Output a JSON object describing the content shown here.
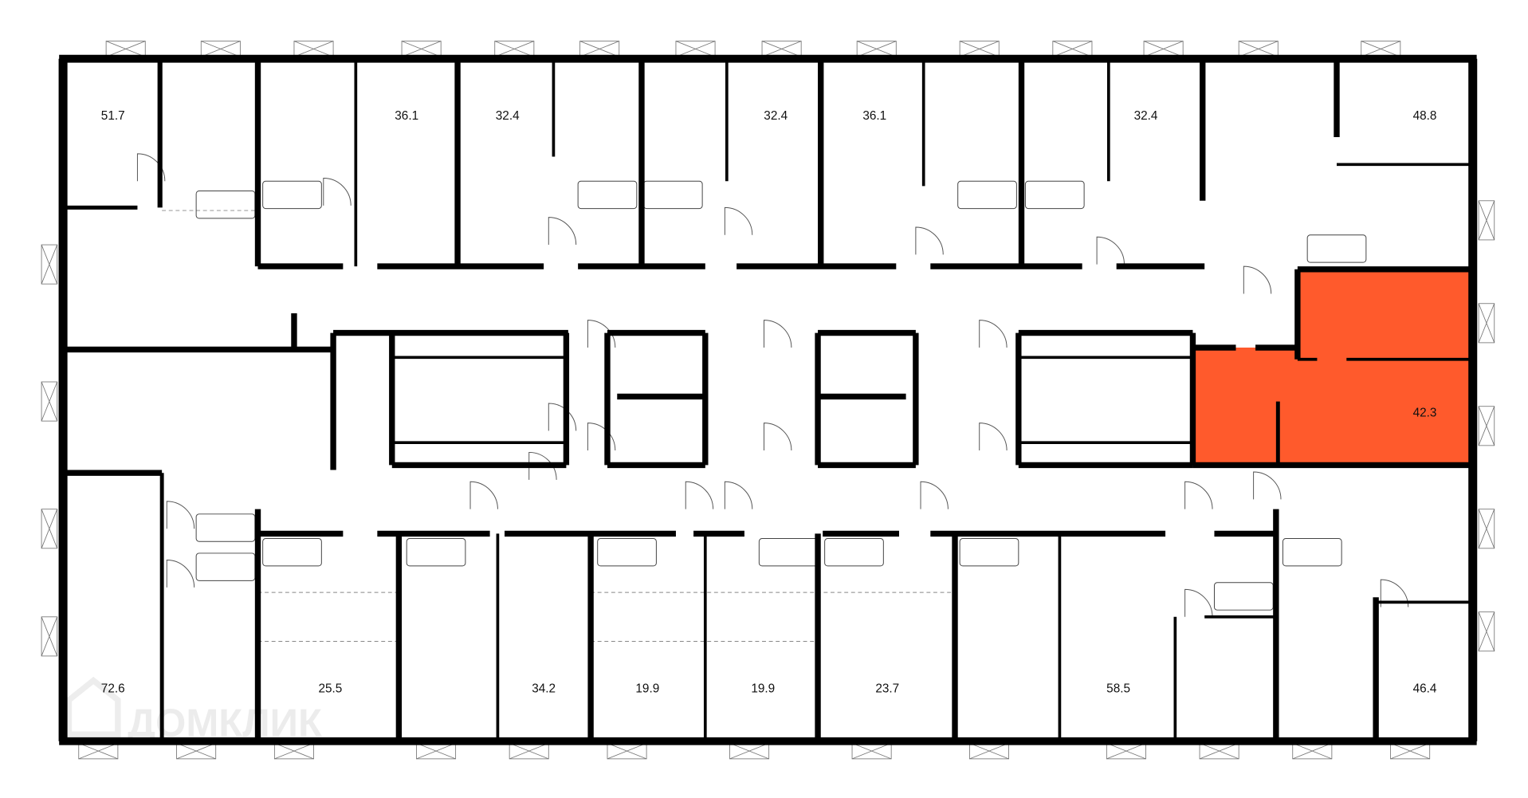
{
  "plan": {
    "highlight_color": "#FF5A2C",
    "wall_color": "#000000",
    "selected_apartment": {
      "area": "42.3"
    },
    "apartments": [
      {
        "area": "51.7"
      },
      {
        "area": "36.1"
      },
      {
        "area": "32.4"
      },
      {
        "area": "32.4"
      },
      {
        "area": "36.1"
      },
      {
        "area": "32.4"
      },
      {
        "area": "48.8"
      },
      {
        "area": "42.3"
      },
      {
        "area": "72.6"
      },
      {
        "area": "25.5"
      },
      {
        "area": "34.2"
      },
      {
        "area": "19.9"
      },
      {
        "area": "19.9"
      },
      {
        "area": "23.7"
      },
      {
        "area": "58.5"
      },
      {
        "area": "46.4"
      }
    ],
    "watermark": "ДОМКЛИК"
  }
}
